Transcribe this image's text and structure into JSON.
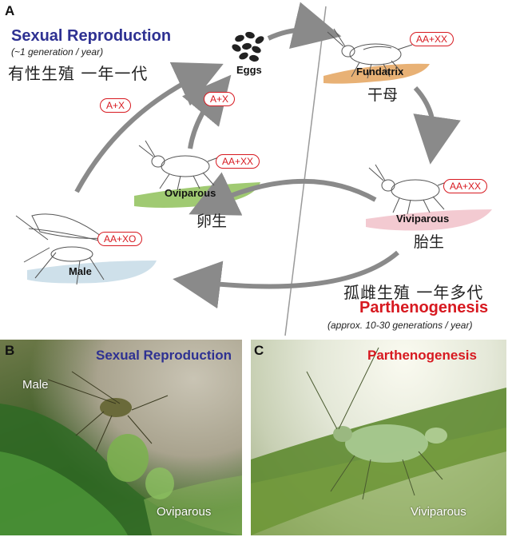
{
  "panel_a": {
    "letter": "A",
    "sexual_title": "Sexual Reproduction",
    "sexual_sub": "(~1 generation / year)",
    "sexual_cn": "有性生殖  一年一代",
    "eggs_label": "Eggs",
    "fundatrix_label": "Fundatrix",
    "fundatrix_cn": "干母",
    "viviparous_label": "Viviparous",
    "viviparous_cn": "胎生",
    "oviparous_label": "Oviparous",
    "oviparous_cn": "卵生",
    "male_label": "Male",
    "partheno_cn": "孤雌生殖  一年多代",
    "partheno_title": "Parthenogenesis",
    "partheno_sub": "(approx. 10-30 generations / year)",
    "badges": {
      "fundatrix": "AA+XX",
      "viviparous": "AA+XX",
      "oviparous": "AA+XX",
      "male": "AA+XO",
      "male_gamete": "A+X",
      "ovi_gamete": "A+X"
    }
  },
  "panel_b": {
    "letter": "B",
    "title": "Sexual Reproduction",
    "male_label": "Male",
    "oviparous_label": "Oviparous"
  },
  "panel_c": {
    "letter": "C",
    "title": "Parthenogenesis",
    "viviparous_label": "Viviparous"
  },
  "colors": {
    "sexual": "#2e3192",
    "parthenogenesis": "#d71920",
    "arrow": "#8a8a8a",
    "fundatrix_smear": "#e0a060",
    "viviparous_smear": "#f2c4cc",
    "oviparous_smear": "#9bc76a",
    "male_smear": "#c9dde8"
  }
}
